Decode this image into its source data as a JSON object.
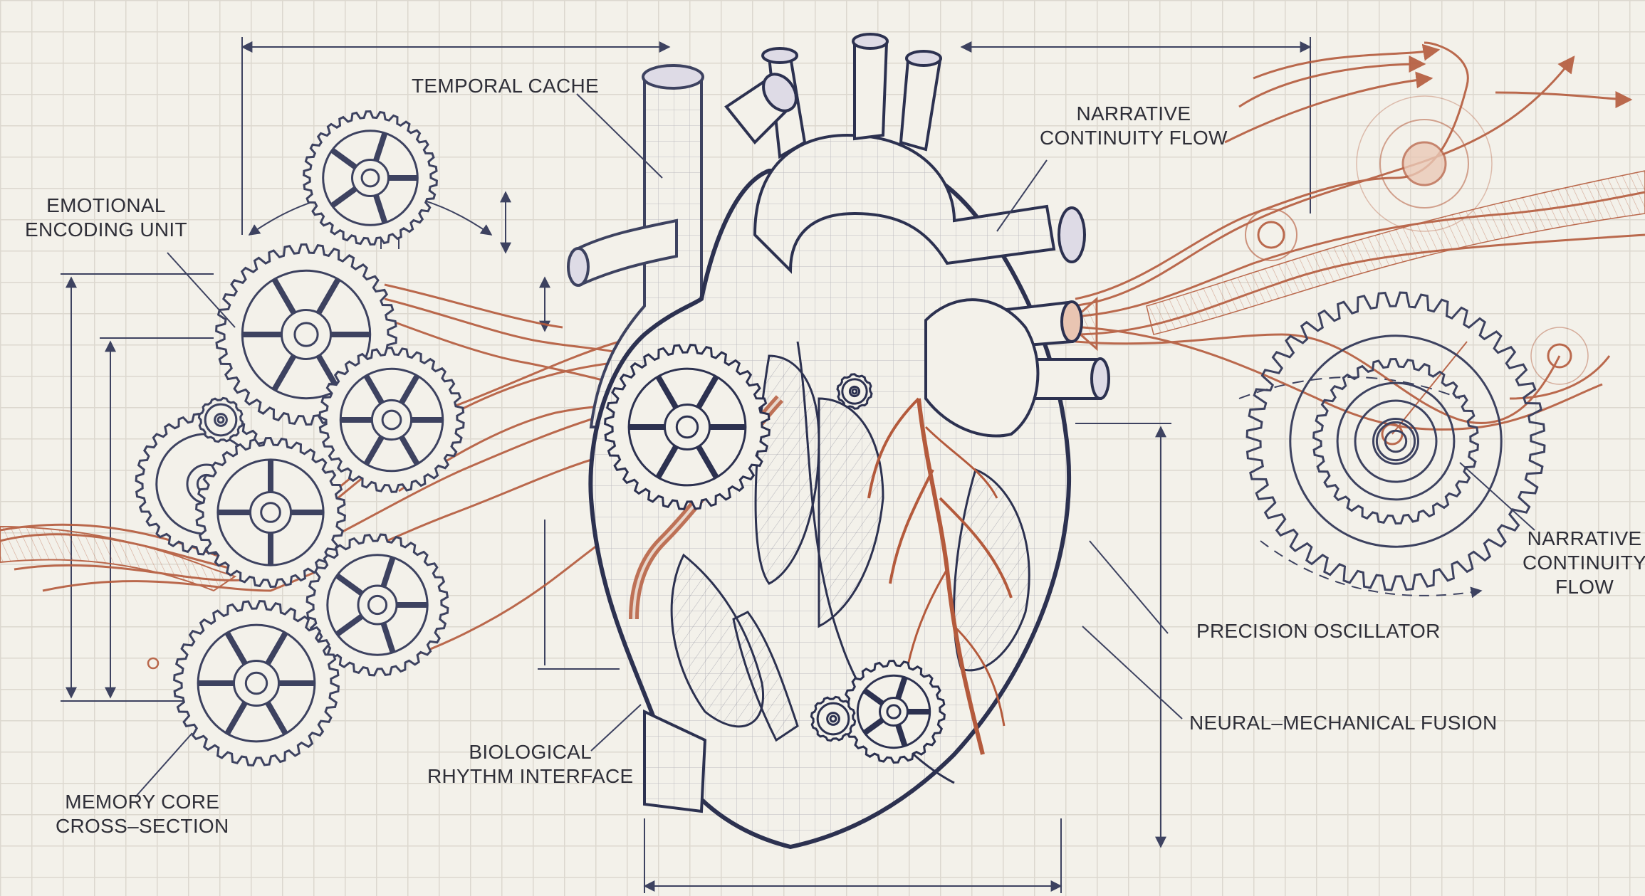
{
  "labels": {
    "temporal_cache": "TEMPORAL CACHE",
    "narrative_flow_top": [
      "NARRATIVE",
      "CONTINUITY FLOW"
    ],
    "emotional_encoding": [
      "EMOTIONAL",
      "ENCODING UNIT"
    ],
    "narrative_flow_right": [
      "NARRATIVE",
      "CONTINUITY",
      "FLOW"
    ],
    "precision_oscillator": "PRECISION OSCILLATOR",
    "neural_mechanical_fusion": "NEURAL–MECHANICAL FUSION",
    "biological_rhythm": [
      "BIOLOGICAL",
      "RHYTHM INTERFACE"
    ],
    "memory_core": [
      "MEMORY CORE",
      "CROSS–SECTION"
    ]
  },
  "colors": {
    "ink": "#3d4260",
    "rust": "#b45a3c",
    "paper": "#f3f1ea",
    "grid": "#dcd8cf"
  }
}
